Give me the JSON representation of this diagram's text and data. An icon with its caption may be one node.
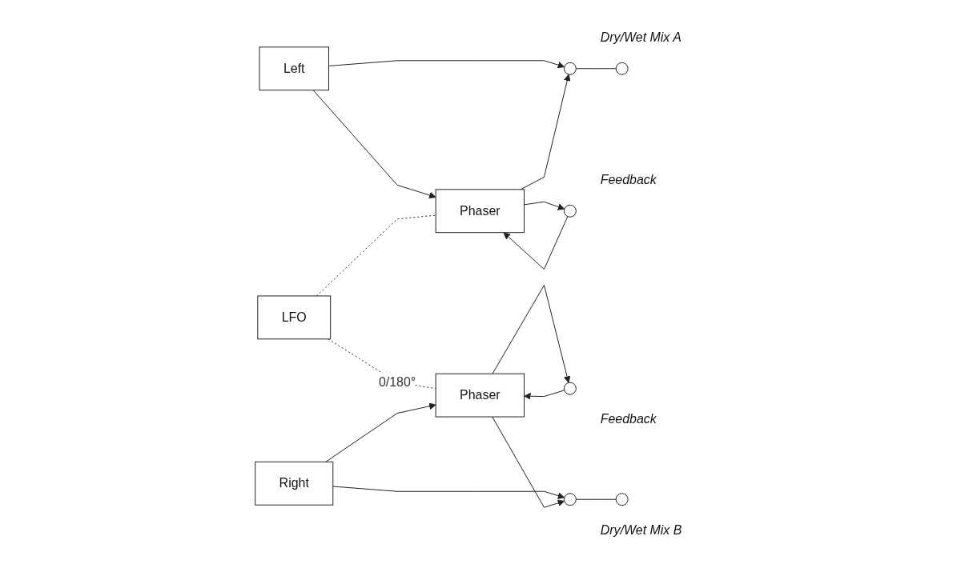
{
  "diagram": {
    "nodes": [
      {
        "text": [
          "Left"
        ]
      },
      {
        "text": [],
        "shape": "circle",
        "beside": [
          "Dry/Wet Mix A"
        ]
      },
      {
        "text": [],
        "shape": "circle"
      },
      {
        "text": [],
        "shape": "circle",
        "beside": [
          "Feedback"
        ]
      },
      {
        "text": [
          "Phaser"
        ]
      },
      {
        "text": [
          "LFO"
        ]
      },
      {
        "text": [
          "Phaser"
        ]
      },
      {
        "text": [],
        "shape": "circle",
        "beside": [
          "Feedback"
        ]
      },
      {
        "text": [
          "Right"
        ]
      },
      {
        "text": [],
        "shape": "circle",
        "beside": [
          "Dry/Wet Mix B"
        ]
      },
      {
        "text": [],
        "shape": "circle"
      }
    ],
    "edges": [
      {
        "from": 0,
        "to": 1,
        "arrow": "to"
      },
      {
        "from": 0,
        "to": 4,
        "arrow": "to"
      },
      {
        "from": 4,
        "to": 1,
        "arrow": "to"
      },
      {
        "from": 4,
        "to": 3,
        "arrow": "to"
      },
      {
        "from": 3,
        "to": 4,
        "arrow": "to"
      },
      {
        "from": 1,
        "to": 2,
        "arrow": "none"
      },
      {
        "from": 5,
        "to": 4,
        "arrow": "none",
        "style": "dashed"
      },
      {
        "from": 5,
        "to": 6,
        "arrow": "none",
        "style": "dashed",
        "label": "0/180°"
      },
      {
        "from": 8,
        "to": 6,
        "arrow": "to"
      },
      {
        "from": 8,
        "to": 9,
        "arrow": "to"
      },
      {
        "from": 6,
        "to": 9,
        "arrow": "to"
      },
      {
        "from": 6,
        "to": 7,
        "arrow": "to"
      },
      {
        "from": 7,
        "to": 6,
        "arrow": "to"
      },
      {
        "from": 9,
        "to": 10,
        "arrow": "none"
      }
    ]
  }
}
